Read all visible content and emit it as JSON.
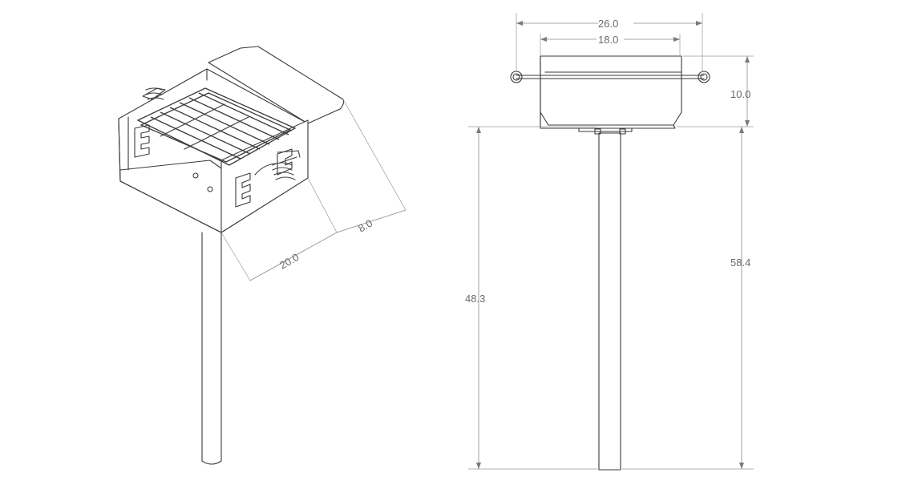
{
  "iso_view": {
    "dimensions": {
      "width": "20.0",
      "depth": "8.0"
    }
  },
  "front_view": {
    "dimensions": {
      "overall_width": "26.0",
      "inner_width": "18.0",
      "box_height": "10.0",
      "post_height": "48.3",
      "overall_height": "58.4"
    }
  }
}
